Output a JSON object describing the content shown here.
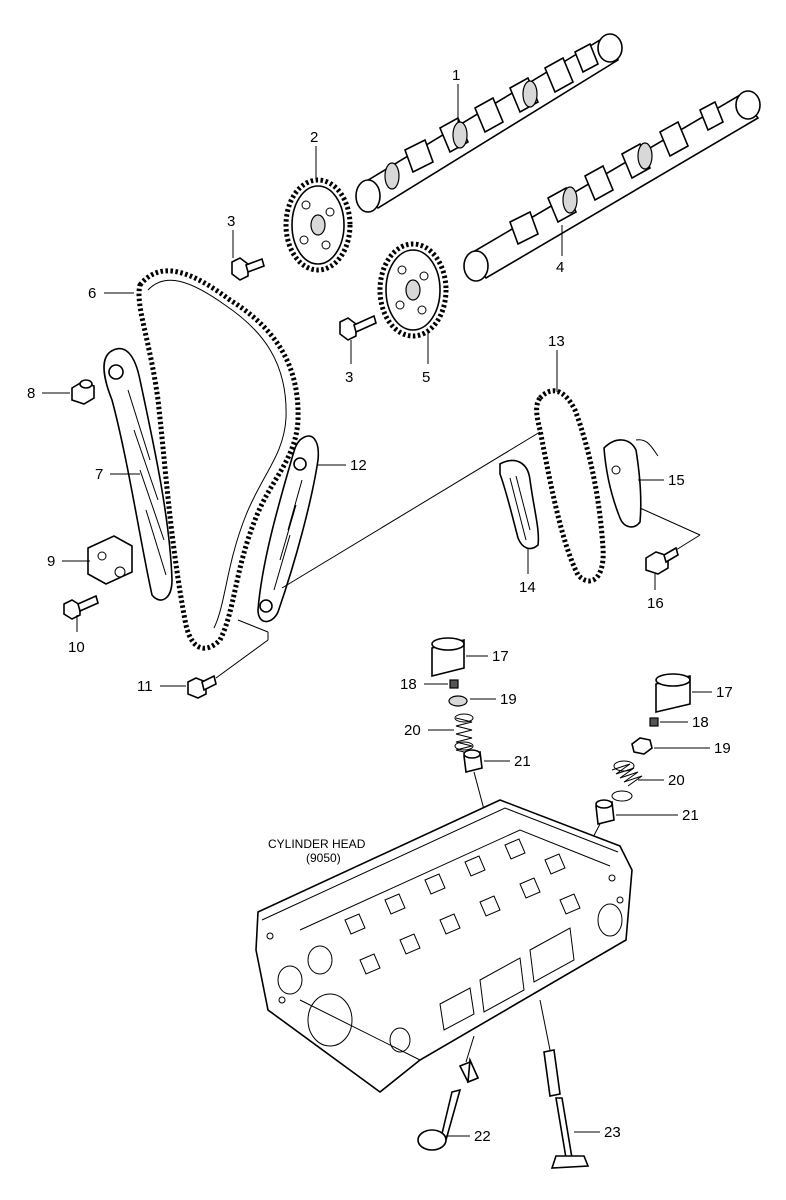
{
  "callouts": [
    {
      "id": "1",
      "text": "1"
    },
    {
      "id": "2",
      "text": "2"
    },
    {
      "id": "3a",
      "text": "3"
    },
    {
      "id": "3b",
      "text": "3"
    },
    {
      "id": "4",
      "text": "4"
    },
    {
      "id": "5",
      "text": "5"
    },
    {
      "id": "6",
      "text": "6"
    },
    {
      "id": "7",
      "text": "7"
    },
    {
      "id": "8",
      "text": "8"
    },
    {
      "id": "9",
      "text": "9"
    },
    {
      "id": "10",
      "text": "10"
    },
    {
      "id": "11",
      "text": "11"
    },
    {
      "id": "12",
      "text": "12"
    },
    {
      "id": "13",
      "text": "13"
    },
    {
      "id": "14",
      "text": "14"
    },
    {
      "id": "15",
      "text": "15"
    },
    {
      "id": "16",
      "text": "16"
    },
    {
      "id": "17a",
      "text": "17"
    },
    {
      "id": "17b",
      "text": "17"
    },
    {
      "id": "18a",
      "text": "18"
    },
    {
      "id": "18b",
      "text": "18"
    },
    {
      "id": "19a",
      "text": "19"
    },
    {
      "id": "19b",
      "text": "19"
    },
    {
      "id": "20a",
      "text": "20"
    },
    {
      "id": "20b",
      "text": "20"
    },
    {
      "id": "21a",
      "text": "21"
    },
    {
      "id": "21b",
      "text": "21"
    },
    {
      "id": "22",
      "text": "22"
    },
    {
      "id": "23",
      "text": "23"
    }
  ],
  "cylinder_head": {
    "title": "CYLINDER HEAD",
    "code": "(9050)"
  }
}
